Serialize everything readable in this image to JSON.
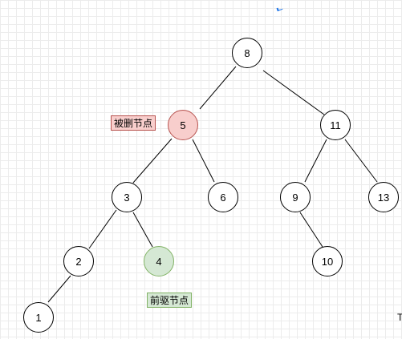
{
  "tree": {
    "nodes": [
      {
        "id": "n8",
        "value": "8",
        "state": "normal"
      },
      {
        "id": "n5",
        "value": "5",
        "state": "deleted"
      },
      {
        "id": "n11",
        "value": "11",
        "state": "normal"
      },
      {
        "id": "n3",
        "value": "3",
        "state": "normal"
      },
      {
        "id": "n6",
        "value": "6",
        "state": "normal"
      },
      {
        "id": "n9",
        "value": "9",
        "state": "normal"
      },
      {
        "id": "n13",
        "value": "13",
        "state": "normal"
      },
      {
        "id": "n2",
        "value": "2",
        "state": "normal"
      },
      {
        "id": "n4",
        "value": "4",
        "state": "predecessor"
      },
      {
        "id": "n10",
        "value": "10",
        "state": "normal"
      },
      {
        "id": "n1",
        "value": "1",
        "state": "normal"
      }
    ],
    "edges": [
      [
        "n8",
        "n5"
      ],
      [
        "n8",
        "n11"
      ],
      [
        "n5",
        "n3"
      ],
      [
        "n5",
        "n6"
      ],
      [
        "n11",
        "n9"
      ],
      [
        "n11",
        "n13"
      ],
      [
        "n3",
        "n2"
      ],
      [
        "n3",
        "n4"
      ],
      [
        "n9",
        "n10"
      ],
      [
        "n2",
        "n1"
      ]
    ]
  },
  "labels": {
    "deleted_node": "被删节点",
    "predecessor_node": "前驱节点"
  },
  "edge_text": "T",
  "colors": {
    "deleted_fill": "#f8cecc",
    "deleted_stroke": "#b85450",
    "predecessor_fill": "#d5e8d4",
    "predecessor_stroke": "#82b366"
  }
}
